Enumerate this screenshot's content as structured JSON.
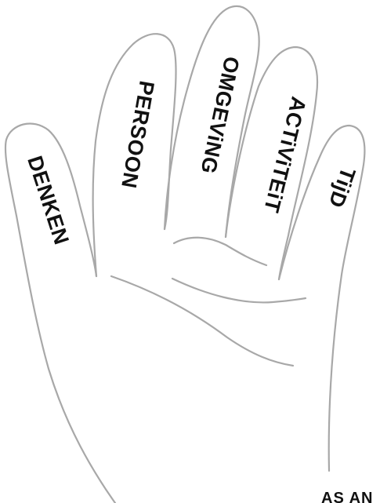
{
  "fingers": {
    "thumb": "DENKEN",
    "index": "PERSOON",
    "middle": "OMGEViNG",
    "ring": "ACTiViTEiT",
    "pinky": "TijD"
  },
  "corner_text": "AS AN",
  "colors": {
    "outline": "#a8a8a8",
    "text": "#111111",
    "background": "#ffffff"
  }
}
